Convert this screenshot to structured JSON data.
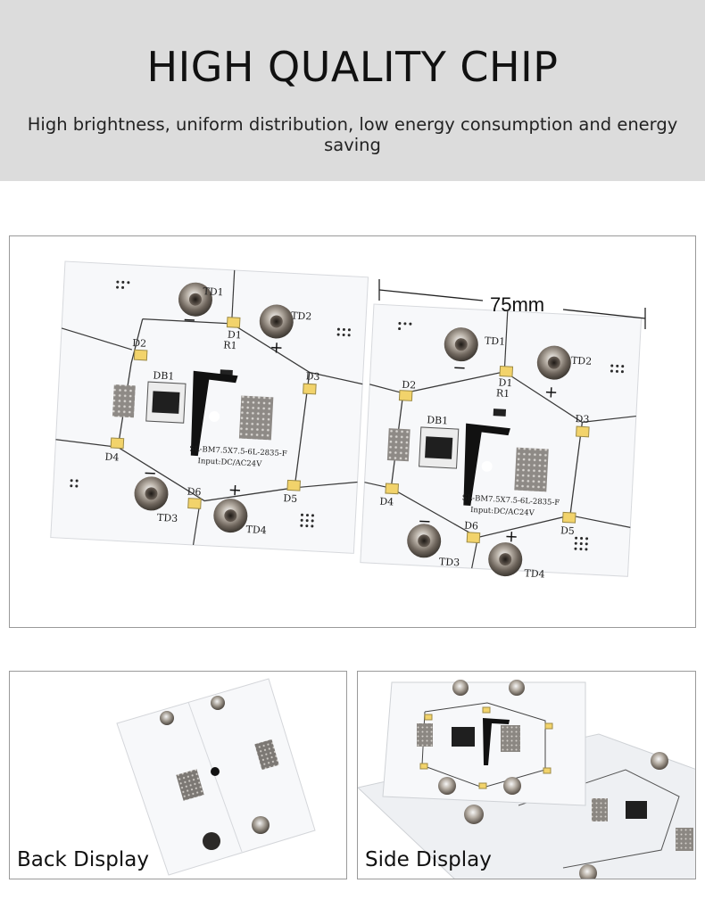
{
  "banner": {
    "title": "HIGH QUALITY CHIP",
    "subtitle": "High brightness, uniform distribution, low energy consumption and energy saving"
  },
  "main_photo": {
    "dimension_label": "75mm",
    "board_left": {
      "terminals": [
        "TD1",
        "TD2",
        "TD3",
        "TD4"
      ],
      "leds": [
        "D1",
        "D2",
        "D3",
        "D4",
        "D5",
        "D6"
      ],
      "resistor": "R1",
      "rectifier": "DB1",
      "model_text": "SL-BM7.5X7.5-6L-2835-F",
      "input_text": "Input:DC/AC24V",
      "polarity_minus": "−",
      "polarity_plus": "+"
    },
    "board_right": {
      "terminals": [
        "TD1",
        "TD2",
        "TD3",
        "TD4"
      ],
      "leds": [
        "D1",
        "D2",
        "D3",
        "D4",
        "D5",
        "D6"
      ],
      "resistor": "R1",
      "rectifier": "DB1",
      "model_text": "SL-BM7.5X7.5-6L-2835-F",
      "input_text": "Input:DC/AC24V",
      "polarity_minus": "−",
      "polarity_plus": "+"
    }
  },
  "back_photo": {
    "caption": "Back Display"
  },
  "side_photo": {
    "caption": "Side Display"
  },
  "colors": {
    "banner_bg": "#dcdcdc",
    "pcb_white": "#f7f8fa",
    "trace": "#3a3a3a",
    "led_yellow": "#f2d36b",
    "terminal_metal": "#8d8479"
  }
}
